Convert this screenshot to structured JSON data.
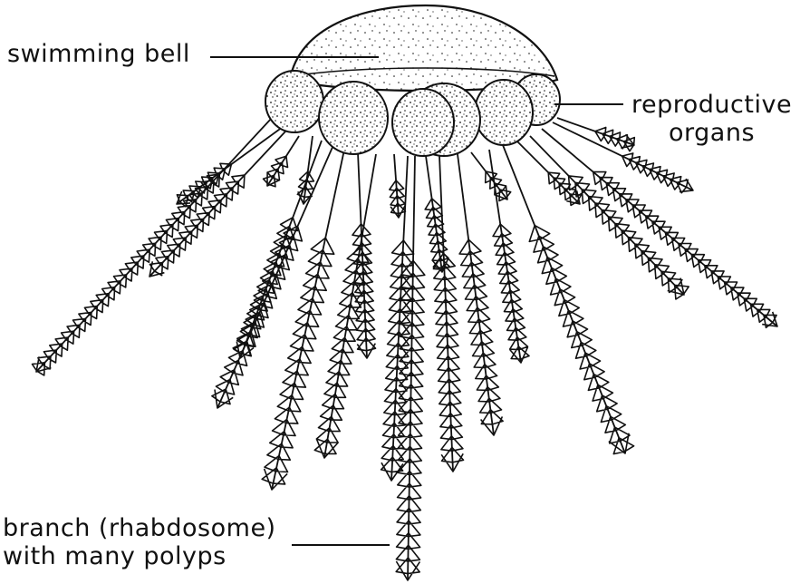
{
  "labels": {
    "swimming_bell": "swimming bell",
    "reproductive_organs_line1": "reproductive",
    "reproductive_organs_line2": "organs",
    "branch_line1": "branch (rhabdosome)",
    "branch_line2": "with many polyps"
  },
  "colors": {
    "ink": "#111111",
    "background": "#ffffff"
  }
}
